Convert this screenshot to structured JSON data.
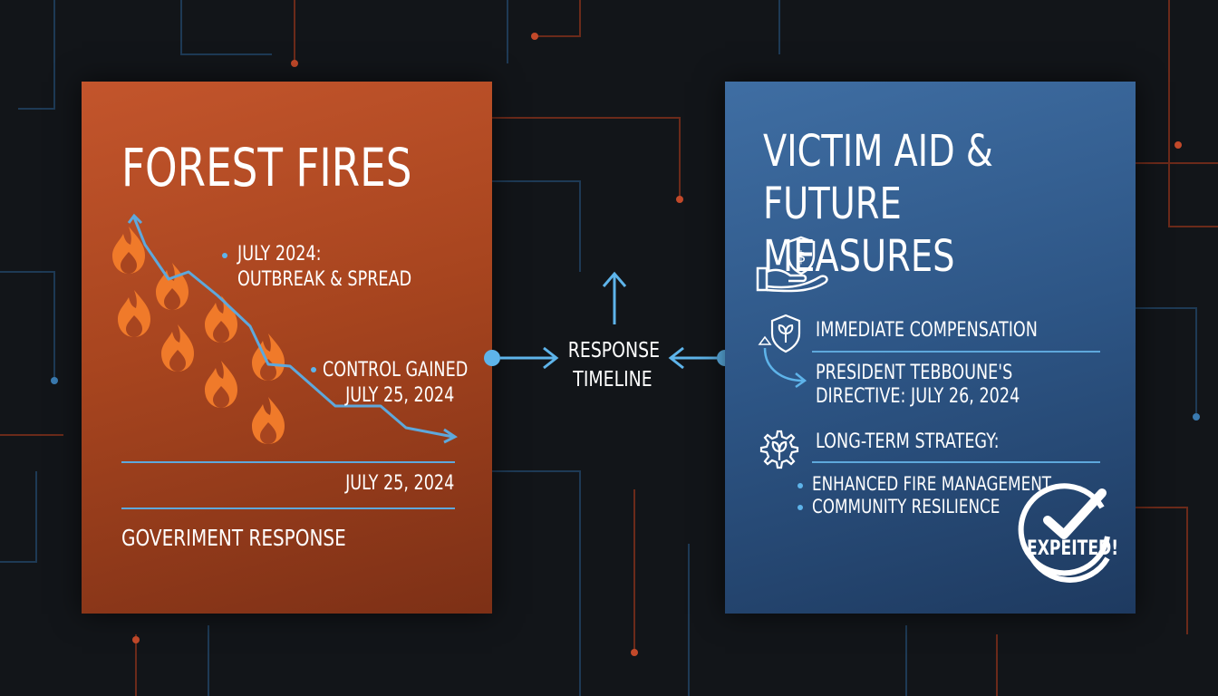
{
  "left_panel": {
    "title": "FOREST FIRES",
    "event1_line1": "JULY 2024:",
    "event1_line2": "OUTBREAK & SPREAD",
    "event2_line1": "CONTROL GAINED",
    "event2_line2": "JULY 25, 2024",
    "date": "JULY 25, 2024",
    "footer": "GOVERIMENT RESPONSE"
  },
  "center": {
    "line1": "RESPONSE",
    "line2": "TIMELINE"
  },
  "right_panel": {
    "title_line1": "VICTIM AID &",
    "title_line2": "FUTURE MEASURES",
    "section1_title": "IMMEDIATE COMPENSATION",
    "section1_line1": "PRESIDENT TEBBOUNE'S",
    "section1_line2": "DIRECTIVE: JULY 26, 2024",
    "section2_title": "LONG-TERM STRATEGY:",
    "section2_items": [
      "ENHANCED FIRE MANAGEMENT",
      "COMMUNITY RESILIENCE"
    ],
    "stamp": "EXPEITED!"
  },
  "icons": [
    "flame-icon",
    "hand-money-shield-icon",
    "shield-leaf-icon",
    "gear-leaf-icon",
    "check-circle-icon",
    "arrow-up-icon",
    "arrow-right-icon",
    "arrow-left-icon"
  ],
  "colors": {
    "background": "#121519",
    "fire_panel": "#b44c25",
    "aid_panel": "#36628f",
    "accent_blue": "#5eb4ea",
    "flame": "#f07a2a"
  }
}
